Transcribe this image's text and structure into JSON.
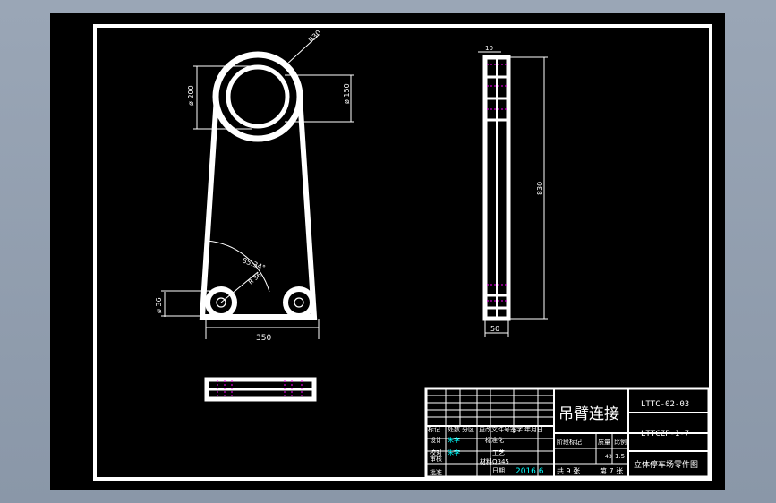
{
  "dimensions": {
    "r30": "R30",
    "d200": "ø 200",
    "d150": "ø 150",
    "d36": "ø 36",
    "r36": "R 36",
    "angle": "85.34°",
    "w350": "350",
    "h830": "830",
    "t10": "10",
    "w50": "50"
  },
  "title_block": {
    "part_name": "吊臂连接",
    "drawing_no": "LTTC-02-03",
    "assembly_no": "LTTCZP-1-7",
    "company": "立体停车场零件图",
    "mark_label": "标记",
    "count_label": "处数",
    "zone_label": "分区",
    "change_doc_label": "更改文件号",
    "signature_label": "签字",
    "date_label": "年月日",
    "design_label": "设计",
    "designer": "朱李",
    "check_label": "校对",
    "checker": "朱李",
    "std_label": "标准化",
    "review_label": "审核",
    "process_label": "工艺",
    "approve_label": "批准",
    "material_label": "材料",
    "material": "Q345",
    "date_field_label": "日期",
    "date": "2016.6",
    "stage_label": "阶段标记",
    "weight_label": "质量",
    "scale_label": "比例",
    "weight": "43",
    "scale": "1.5",
    "sheets_total": "共 9 张",
    "sheet_no": "第 7 张"
  },
  "colors": {
    "background": "#8f9cae",
    "paper": "#000000",
    "line": "#ffffff",
    "accent": "#ff00ff",
    "cyan": "#00ffff",
    "dim_text": "#ffffff"
  }
}
